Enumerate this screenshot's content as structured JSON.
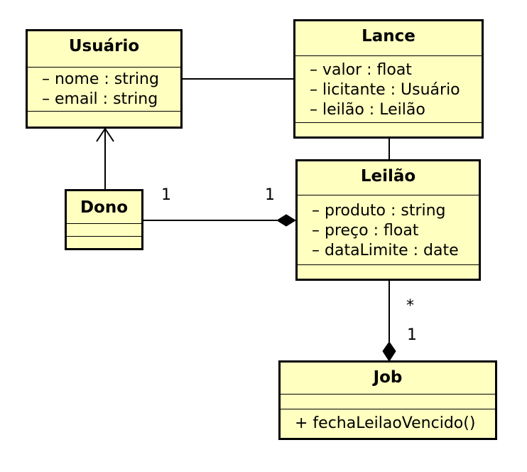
{
  "classes": {
    "usuario": {
      "name": "Usuário",
      "attributes": [
        "– nome : string",
        "– email : string"
      ],
      "operations": []
    },
    "lance": {
      "name": "Lance",
      "attributes": [
        "– valor : float",
        "– licitante : Usuário",
        "– leilão : Leilão"
      ],
      "operations": []
    },
    "leilao": {
      "name": "Leilão",
      "attributes": [
        "– produto : string",
        "– preço : float",
        "– dataLimite : date"
      ],
      "operations": []
    },
    "dono": {
      "name": "Dono",
      "attributes": [],
      "operations": []
    },
    "job": {
      "name": "Job",
      "attributes": [],
      "operations": [
        "+ fechaLeilaoVencido()"
      ]
    }
  },
  "multiplicities": {
    "dono_side": "1",
    "leilao_side": "1",
    "leilao_job_star": "*",
    "leilao_job_one": "1"
  },
  "colors": {
    "class_fill": "#ffffc0",
    "stroke": "#000000"
  }
}
